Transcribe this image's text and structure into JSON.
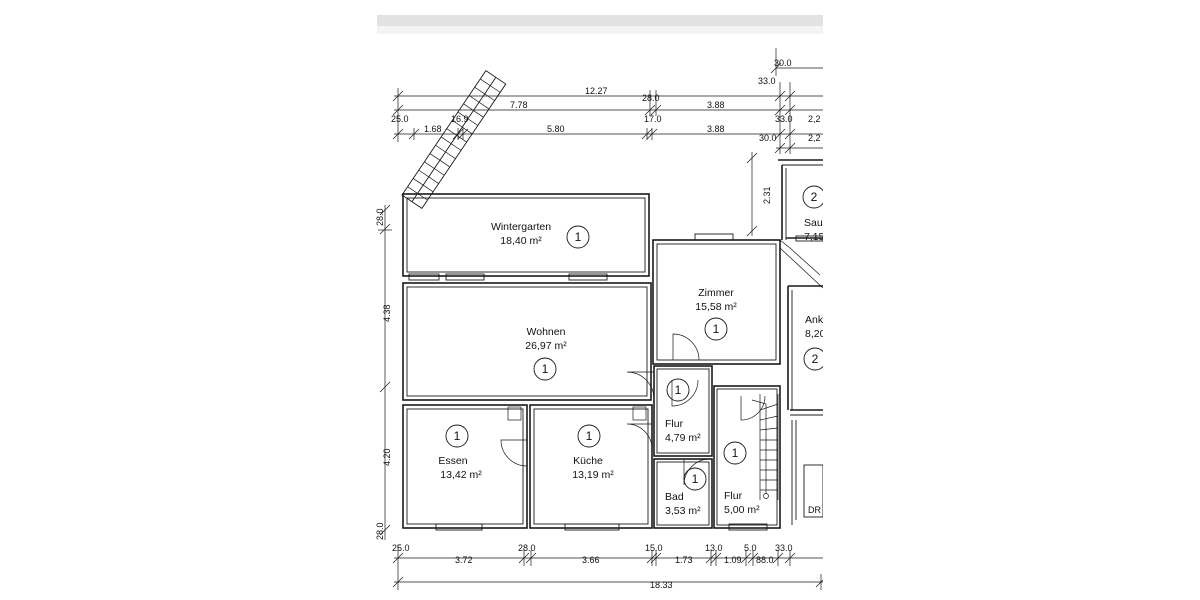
{
  "rooms": [
    {
      "id": "wintergarten",
      "name": "Wintergarten",
      "area": "18,40 m²",
      "level": "1"
    },
    {
      "id": "wohnen",
      "name": "Wohnen",
      "area": "26,97 m²",
      "level": "1"
    },
    {
      "id": "zimmer",
      "name": "Zimmer",
      "area": "15,58 m²",
      "level": "1"
    },
    {
      "id": "essen",
      "name": "Essen",
      "area": "13,42 m²",
      "level": "1"
    },
    {
      "id": "kueche",
      "name": "Küche",
      "area": "13,19 m²",
      "level": "1"
    },
    {
      "id": "flur1",
      "name": "Flur",
      "area": "4,79 m²",
      "level": "1"
    },
    {
      "id": "bad",
      "name": "Bad",
      "area": "3,53 m²",
      "level": "1"
    },
    {
      "id": "flur2",
      "name": "Flur",
      "area": "5,00 m²",
      "level": "1"
    },
    {
      "id": "sauna",
      "name": "Sau",
      "area": "7,15",
      "level": "2"
    },
    {
      "id": "ankleide",
      "name": "Ank",
      "area": "8,20",
      "level": "2"
    }
  ],
  "dimensions": {
    "top_row1": [
      "30.0"
    ],
    "top_row2": [
      "12.27",
      "33.0"
    ],
    "top_row3": [
      "7.78",
      "28.0",
      "3.88"
    ],
    "top_row4": [
      "25.0",
      "1.68",
      "16.9",
      "5.80",
      "17.0",
      "3.88",
      "33.0",
      "2,2"
    ],
    "top_row5": [
      "30.0",
      "2,2"
    ],
    "vertical_right": "2.31",
    "left": [
      "28.0",
      "4.38",
      "4.20",
      "28.0"
    ],
    "bottom_row1": [
      "25.0",
      "3.72",
      "28.0",
      "3.66",
      "15.0",
      "1.73",
      "13.0",
      "1.09",
      "5.0",
      "88.0",
      "33.0"
    ],
    "bottom_row2": [
      "18.33"
    ]
  },
  "partial_label": "DR"
}
